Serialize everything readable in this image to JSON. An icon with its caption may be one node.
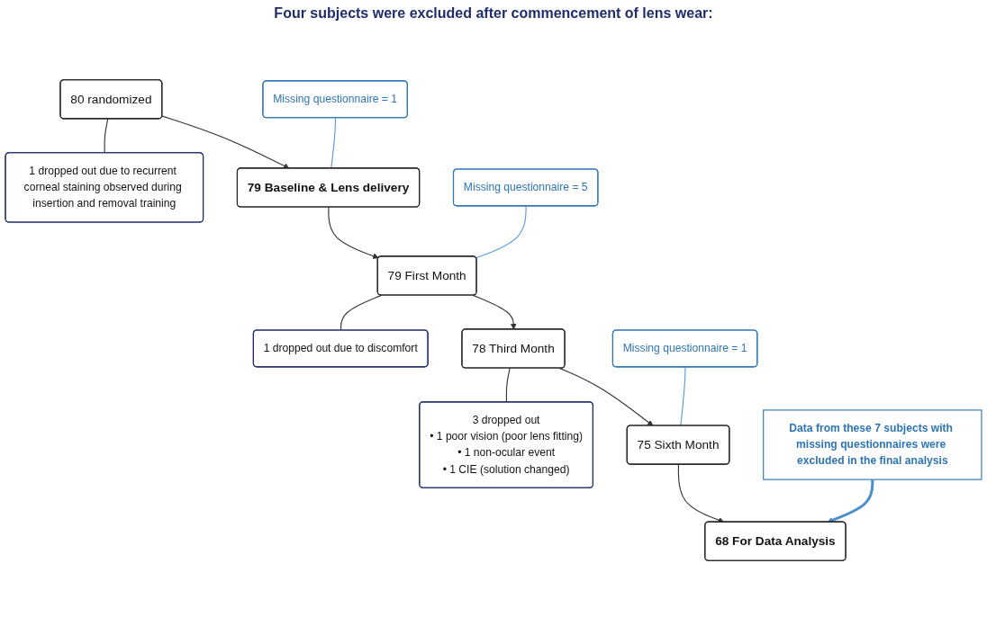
{
  "diagram": {
    "nodes": [
      {
        "text": [
          "80 randomized"
        ]
      },
      {
        "text": [
          "1 dropped out due to recurrent corneal staining observed during insertion and removal training"
        ]
      },
      {
        "text": [
          "Missing questionnaire = 1"
        ]
      },
      {
        "text": [
          "79 Baseline & Lens delivery"
        ]
      },
      {
        "text": [
          "Missing questionnaire = 5"
        ]
      },
      {
        "text": [
          "79 First Month"
        ]
      },
      {
        "text": [
          "1 dropped out due to discomfort"
        ]
      },
      {
        "text": [
          "78 Third Month"
        ]
      },
      {
        "text": [
          "3 dropped out",
          "• 1 poor vision (poor lens fitting)",
          "• 1 non-ocular event",
          "• 1 CIE (solution changed)"
        ]
      },
      {
        "text": [
          "Missing questionnaire = 1"
        ]
      },
      {
        "text": [
          "75 Sixth Month"
        ]
      },
      {
        "text": [
          "Data from these 7 subjects with missing questionnaires were excluded in the final analysis"
        ]
      },
      {
        "text": [
          "68 For Data Analysis"
        ]
      }
    ],
    "edges": [
      {
        "from": 0,
        "to": 3,
        "arrow": "to"
      },
      {
        "from": 0,
        "to": 1,
        "arrow": "none"
      },
      {
        "from": 2,
        "to": 3,
        "arrow": "none",
        "color": "#5b9bd5"
      },
      {
        "from": 3,
        "to": 5,
        "arrow": "to"
      },
      {
        "from": 4,
        "to": 5,
        "arrow": "none",
        "color": "#5b9bd5"
      },
      {
        "from": 5,
        "to": 7,
        "arrow": "to"
      },
      {
        "from": 5,
        "to": 6,
        "arrow": "none"
      },
      {
        "from": 7,
        "to": 10,
        "arrow": "to"
      },
      {
        "from": 7,
        "to": 8,
        "arrow": "none"
      },
      {
        "from": 9,
        "to": 10,
        "arrow": "none",
        "color": "#5b9bd5"
      },
      {
        "from": 10,
        "to": 12,
        "arrow": "to"
      },
      {
        "from": 11,
        "to": 12,
        "arrow": "to",
        "style": "thick",
        "color": "#4a8fcc"
      }
    ],
    "labels": [
      "Four subjects were excluded after commencement of lens wear:"
    ]
  }
}
